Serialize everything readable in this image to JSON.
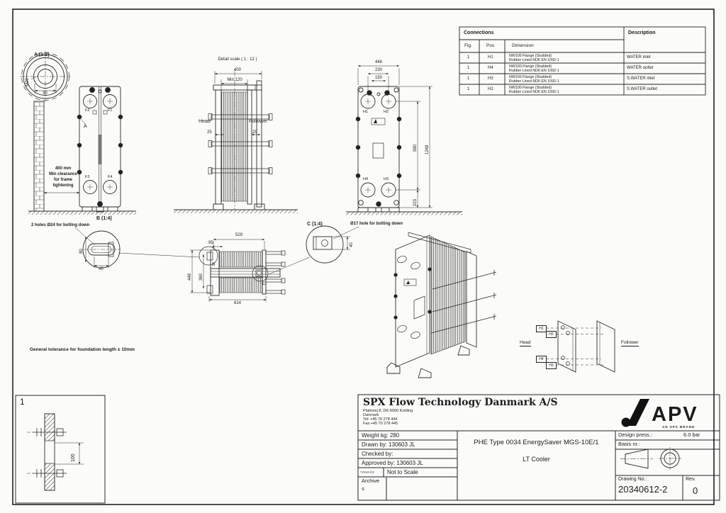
{
  "connections": {
    "title": "Connections",
    "description_header": "Description",
    "headers": {
      "fig": "Fig.",
      "pos": "Pos",
      "dim": "Dimension"
    },
    "rows": [
      {
        "fig": "1",
        "pos": "H1",
        "dim1": "NW100 Flange (Studded)",
        "dim2": "Rubber Lined ND6 EN 1092-1",
        "desc": "WATER inlet"
      },
      {
        "fig": "1",
        "pos": "H4",
        "dim1": "NW100 Flange (Studded)",
        "dim2": "Rubber Lined ND6 EN 1092-1",
        "desc": "WATER outlet"
      },
      {
        "fig": "1",
        "pos": "H3",
        "dim1": "NW100 Flange (Studded)",
        "dim2": "Rubber Lined ND6 EN 1092-1",
        "desc": "S.WATER inlet"
      },
      {
        "fig": "1",
        "pos": "H2",
        "dim1": "NW100 Flange (Studded)",
        "dim2": "Rubber Lined ND6 EN 1092-1",
        "desc": "S.WATER outlet"
      }
    ]
  },
  "views": {
    "detail_a": {
      "label": "A (1:2)",
      "dim_thread": "M20",
      "dim_width": "30"
    },
    "clearance": {
      "line1": "400 mm",
      "line2": "Min clearance",
      "line3": "for frame",
      "line4": "tightening"
    },
    "front": {
      "port_f2": "F2",
      "port_f1": "F1",
      "port_f3": "F3",
      "port_f4": "F4",
      "marker": "A"
    },
    "side": {
      "title": "Detail scale ( 1 : 12 )",
      "dim_width": "400",
      "dim_min": "Min.120",
      "head": "Head",
      "follower": "Follower",
      "dim_left": "25",
      "dim_right": "25"
    },
    "back": {
      "dim_448": "448",
      "dim_230": "230",
      "dim_150": "150",
      "h1": "H1",
      "h2": "H2",
      "h4": "H4",
      "h3": "H3",
      "dim_980": "980",
      "dim_1248": "1248",
      "dim_223": "223"
    },
    "detail_b": {
      "label": "B (1:4)",
      "note": "2 holes Ø24 for bolting down",
      "dim_80": "80",
      "dim_40": "40"
    },
    "plan": {
      "dim_529": "529",
      "dim_95": "95",
      "dim_448": "448",
      "dim_360": "360",
      "dim_614": "614",
      "marker_b": "B",
      "marker_c": "C"
    },
    "detail_c": {
      "label": "C (1:4)",
      "note": "Ø17 hole for bolting down",
      "dim_40": "40"
    },
    "tolerance_note": "General tolerance for foundation length ± 10mm",
    "exploded": {
      "h1": "H1",
      "h2": "H2",
      "h4": "H4",
      "h3": "H3",
      "head": "Head",
      "follower": "Follower"
    },
    "foundation": {
      "number": "1",
      "dim_100": "100"
    }
  },
  "title_block": {
    "company": "SPX Flow Technology Danmark A/S",
    "address1": "Platinvej 8, DK-6000 Kolding",
    "address2": "Danmark",
    "address3": "Tel: +45 70 278 444",
    "address4": "Fax:+45 70 278 445",
    "weight": "Weight kg: 280",
    "drawn": "Drawn by: 130603 JL",
    "checked": "Checked by:",
    "approved": "Approved by: 130603 JL",
    "scale_user": "TGN0V02",
    "scale": "Not to Scale",
    "archive1": "Archive",
    "archive2": "s",
    "title_line1": "PHE Type 0034 EnergySaver MGS-10E/1",
    "title_line2": "LT Cooler",
    "design_press_label": "Design press.:",
    "design_press_value": "6.0 bar",
    "basis_label": "Basis nr.:",
    "drawing_no_label": "Drawing No.:",
    "drawing_no": "20340612-2",
    "rev_label": "Rev.",
    "rev": "0",
    "brand": {
      "name": "APV",
      "tagline": "AN SPX BRAND"
    }
  }
}
